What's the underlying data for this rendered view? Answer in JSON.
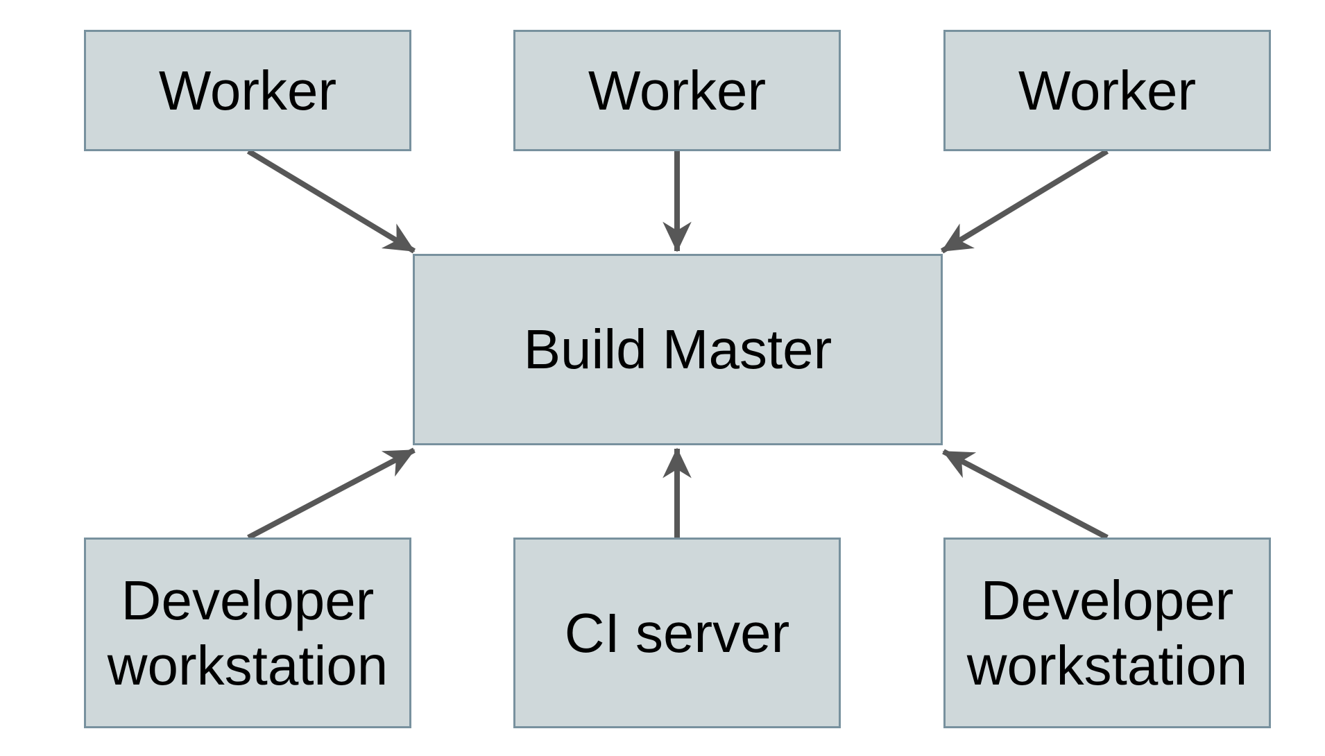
{
  "diagram": {
    "nodes": [
      {
        "id": "worker-1",
        "label": "Worker"
      },
      {
        "id": "worker-2",
        "label": "Worker"
      },
      {
        "id": "worker-3",
        "label": "Worker"
      },
      {
        "id": "build-master",
        "label": "Build Master"
      },
      {
        "id": "developer-workstation-left",
        "label": "Developer workstation"
      },
      {
        "id": "ci-server",
        "label": "CI server"
      },
      {
        "id": "developer-workstation-right",
        "label": "Developer workstation"
      }
    ],
    "edges": [
      {
        "from": "worker-1",
        "to": "build-master"
      },
      {
        "from": "worker-2",
        "to": "build-master"
      },
      {
        "from": "worker-3",
        "to": "build-master"
      },
      {
        "from": "developer-workstation-left",
        "to": "build-master"
      },
      {
        "from": "ci-server",
        "to": "build-master"
      },
      {
        "from": "developer-workstation-right",
        "to": "build-master"
      }
    ],
    "colors": {
      "node_fill": "#cfd8da",
      "node_border": "#78919e",
      "arrow": "#575757",
      "text": "#000000",
      "background": "#ffffff"
    }
  }
}
